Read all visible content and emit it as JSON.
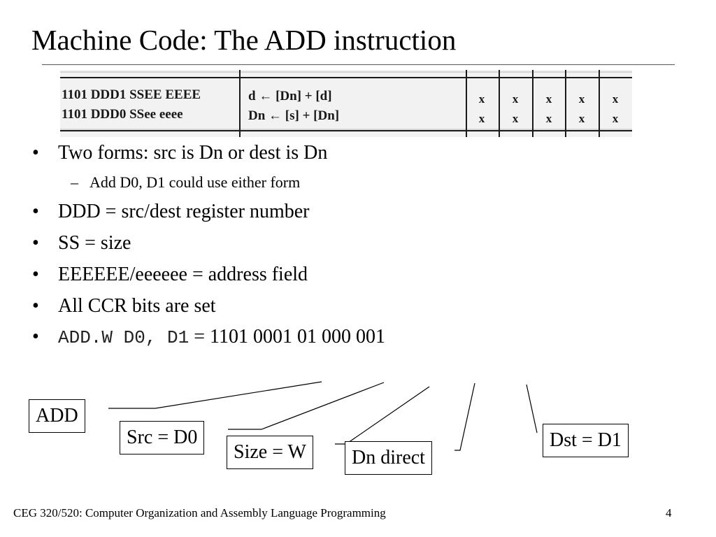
{
  "slide": {
    "title": "Machine Code: The ADD instruction",
    "footer": "CEG 320/520: Computer Organization and Assembly Language Programming",
    "page_number": "4"
  },
  "table": {
    "rows": [
      {
        "encoding": "1101 DDD1 SSEE EEEE",
        "operation": "d ← [Dn] + [d]",
        "flags": [
          "x",
          "x",
          "x",
          "x",
          "x"
        ]
      },
      {
        "encoding": "1101 DDD0 SSee eeee",
        "operation": "Dn ← [s] + [Dn]",
        "flags": [
          "x",
          "x",
          "x",
          "x",
          "x"
        ]
      }
    ]
  },
  "bullets": {
    "b1": "Two forms:  src is Dn or dest is Dn",
    "b1_sub": "Add D0, D1 could use either form",
    "b2": "DDD = src/dest register number",
    "b3": "SS = size",
    "b4": "EEEEEE/eeeeee = address field",
    "b5": "All CCR bits are set",
    "b6_code": "ADD.W D0, D1",
    "b6_value": " = 1101 0001 01 000 001",
    "bullet_symbol": "•",
    "dash_symbol": "–"
  },
  "fields": {
    "add": "ADD",
    "src": "Src = D0",
    "size": "Size = W",
    "dn": "Dn direct",
    "dst": "Dst = D1"
  }
}
